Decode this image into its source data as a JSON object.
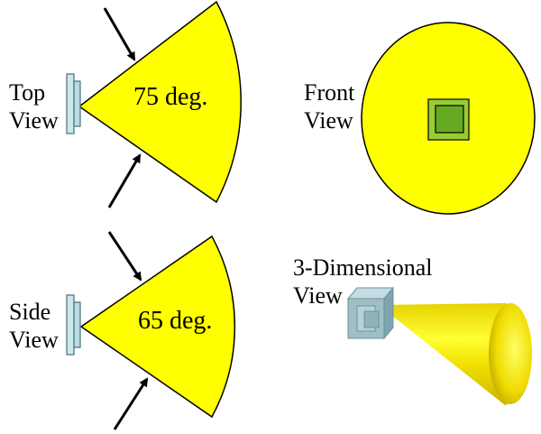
{
  "panels": {
    "top": {
      "line1": "Top",
      "line2": "View",
      "angle_label": "75 deg."
    },
    "side": {
      "line1": "Side",
      "line2": "View",
      "angle_label": "65 deg."
    },
    "front": {
      "line1": "Front",
      "line2": "View"
    },
    "three_d": {
      "line1": "3-Dimensional",
      "line2": "View"
    }
  },
  "colors": {
    "beam": "#ffff00",
    "beam_edge": "#000000",
    "sensor_face": "#cce8ee",
    "sensor_edge": "#4a6e78",
    "sensor_3d": "#9fbfc6",
    "front_sensor_outer": "#99cc33",
    "front_sensor_inner": "#66aa22"
  },
  "icons": [
    "sensor-icon",
    "arrow-icon",
    "beam-cone"
  ]
}
